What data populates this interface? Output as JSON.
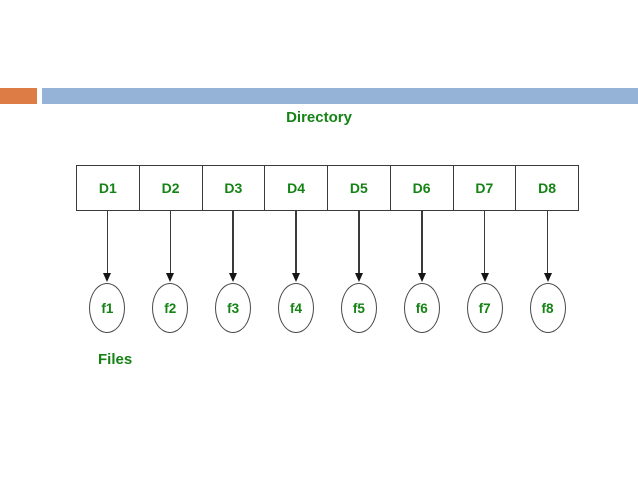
{
  "slide": {
    "accent_colors": {
      "orange": "#DD7D45",
      "blue": "#95B3D7"
    }
  },
  "diagram": {
    "title": "Directory",
    "directory_cells": [
      "D1",
      "D2",
      "D3",
      "D4",
      "D5",
      "D6",
      "D7",
      "D8"
    ],
    "files": [
      "f1",
      "f2",
      "f3",
      "f4",
      "f5",
      "f6",
      "f7",
      "f8"
    ],
    "files_label": "Files",
    "text_color": "#168316",
    "line_color": "#3A3A3A"
  }
}
